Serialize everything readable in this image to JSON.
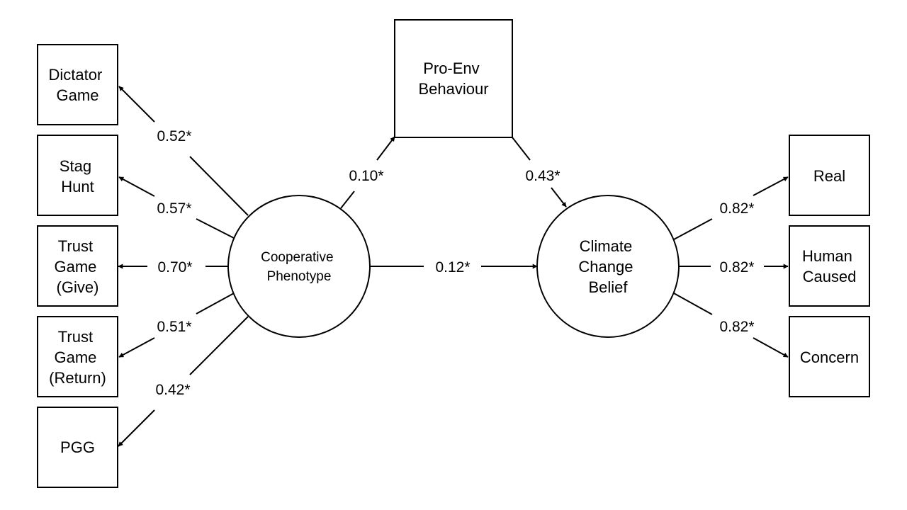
{
  "nodes": {
    "dictator_game": {
      "lines": [
        "Dictator",
        "Game"
      ]
    },
    "stag_hunt": {
      "lines": [
        "Stag",
        "Hunt"
      ]
    },
    "trust_give": {
      "lines": [
        "Trust",
        "Game",
        "(Give)"
      ]
    },
    "trust_return": {
      "lines": [
        "Trust",
        "Game",
        "(Return)"
      ]
    },
    "pgg": {
      "lines": [
        "PGG"
      ]
    },
    "pro_env": {
      "lines": [
        "Pro-Env",
        "Behaviour"
      ]
    },
    "cooperative": {
      "lines": [
        "Cooperative",
        "Phenotype"
      ]
    },
    "climate": {
      "lines": [
        "Climate",
        "Change",
        "Belief"
      ]
    },
    "real": {
      "lines": [
        "Real"
      ]
    },
    "human_caused": {
      "lines": [
        "Human",
        "Caused"
      ]
    },
    "concern": {
      "lines": [
        "Concern"
      ]
    }
  },
  "edges": {
    "coop_dictator": "0.52*",
    "coop_stag": "0.57*",
    "coop_trust_give": "0.70*",
    "coop_trust_return": "0.51*",
    "coop_pgg": "0.42*",
    "coop_proenv": "0.10*",
    "proenv_climate": "0.43*",
    "coop_climate": "0.12*",
    "climate_real": "0.82*",
    "climate_human": "0.82*",
    "climate_concern": "0.82*"
  }
}
